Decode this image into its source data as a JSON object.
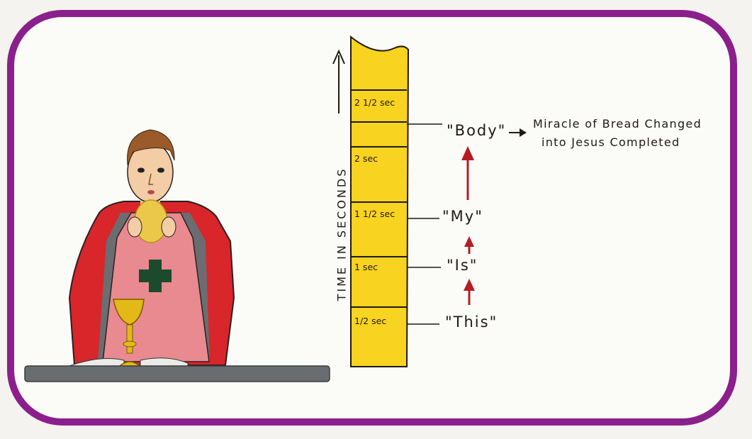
{
  "diagram": {
    "axis_label": "TIME IN SECONDS",
    "ticks": [
      {
        "label": "1/2 sec",
        "seconds": 0.5
      },
      {
        "label": "1 sec",
        "seconds": 1
      },
      {
        "label": "1 1/2 sec",
        "seconds": 1.5
      },
      {
        "label": "2 sec",
        "seconds": 2
      },
      {
        "label": "2 1/2 sec",
        "seconds": 2.5
      }
    ],
    "words": [
      {
        "text": "\"This\"",
        "seconds": 0.5
      },
      {
        "text": "\"Is\"",
        "seconds": 1
      },
      {
        "text": "\"My\"",
        "seconds": 1.5
      },
      {
        "text": "\"Body\"",
        "seconds": 2.25
      }
    ],
    "note_line1": "Miracle of Bread Changed",
    "note_line2": "into Jesus Completed"
  },
  "colors": {
    "frame": "#8b1f8c",
    "bar_fill": "#f8d31f",
    "arrow": "#b51d22",
    "vestment": "#d8262b",
    "cross": "#1b4a2c",
    "chalice": "#e3b817",
    "altar": "#6a6d6f"
  }
}
